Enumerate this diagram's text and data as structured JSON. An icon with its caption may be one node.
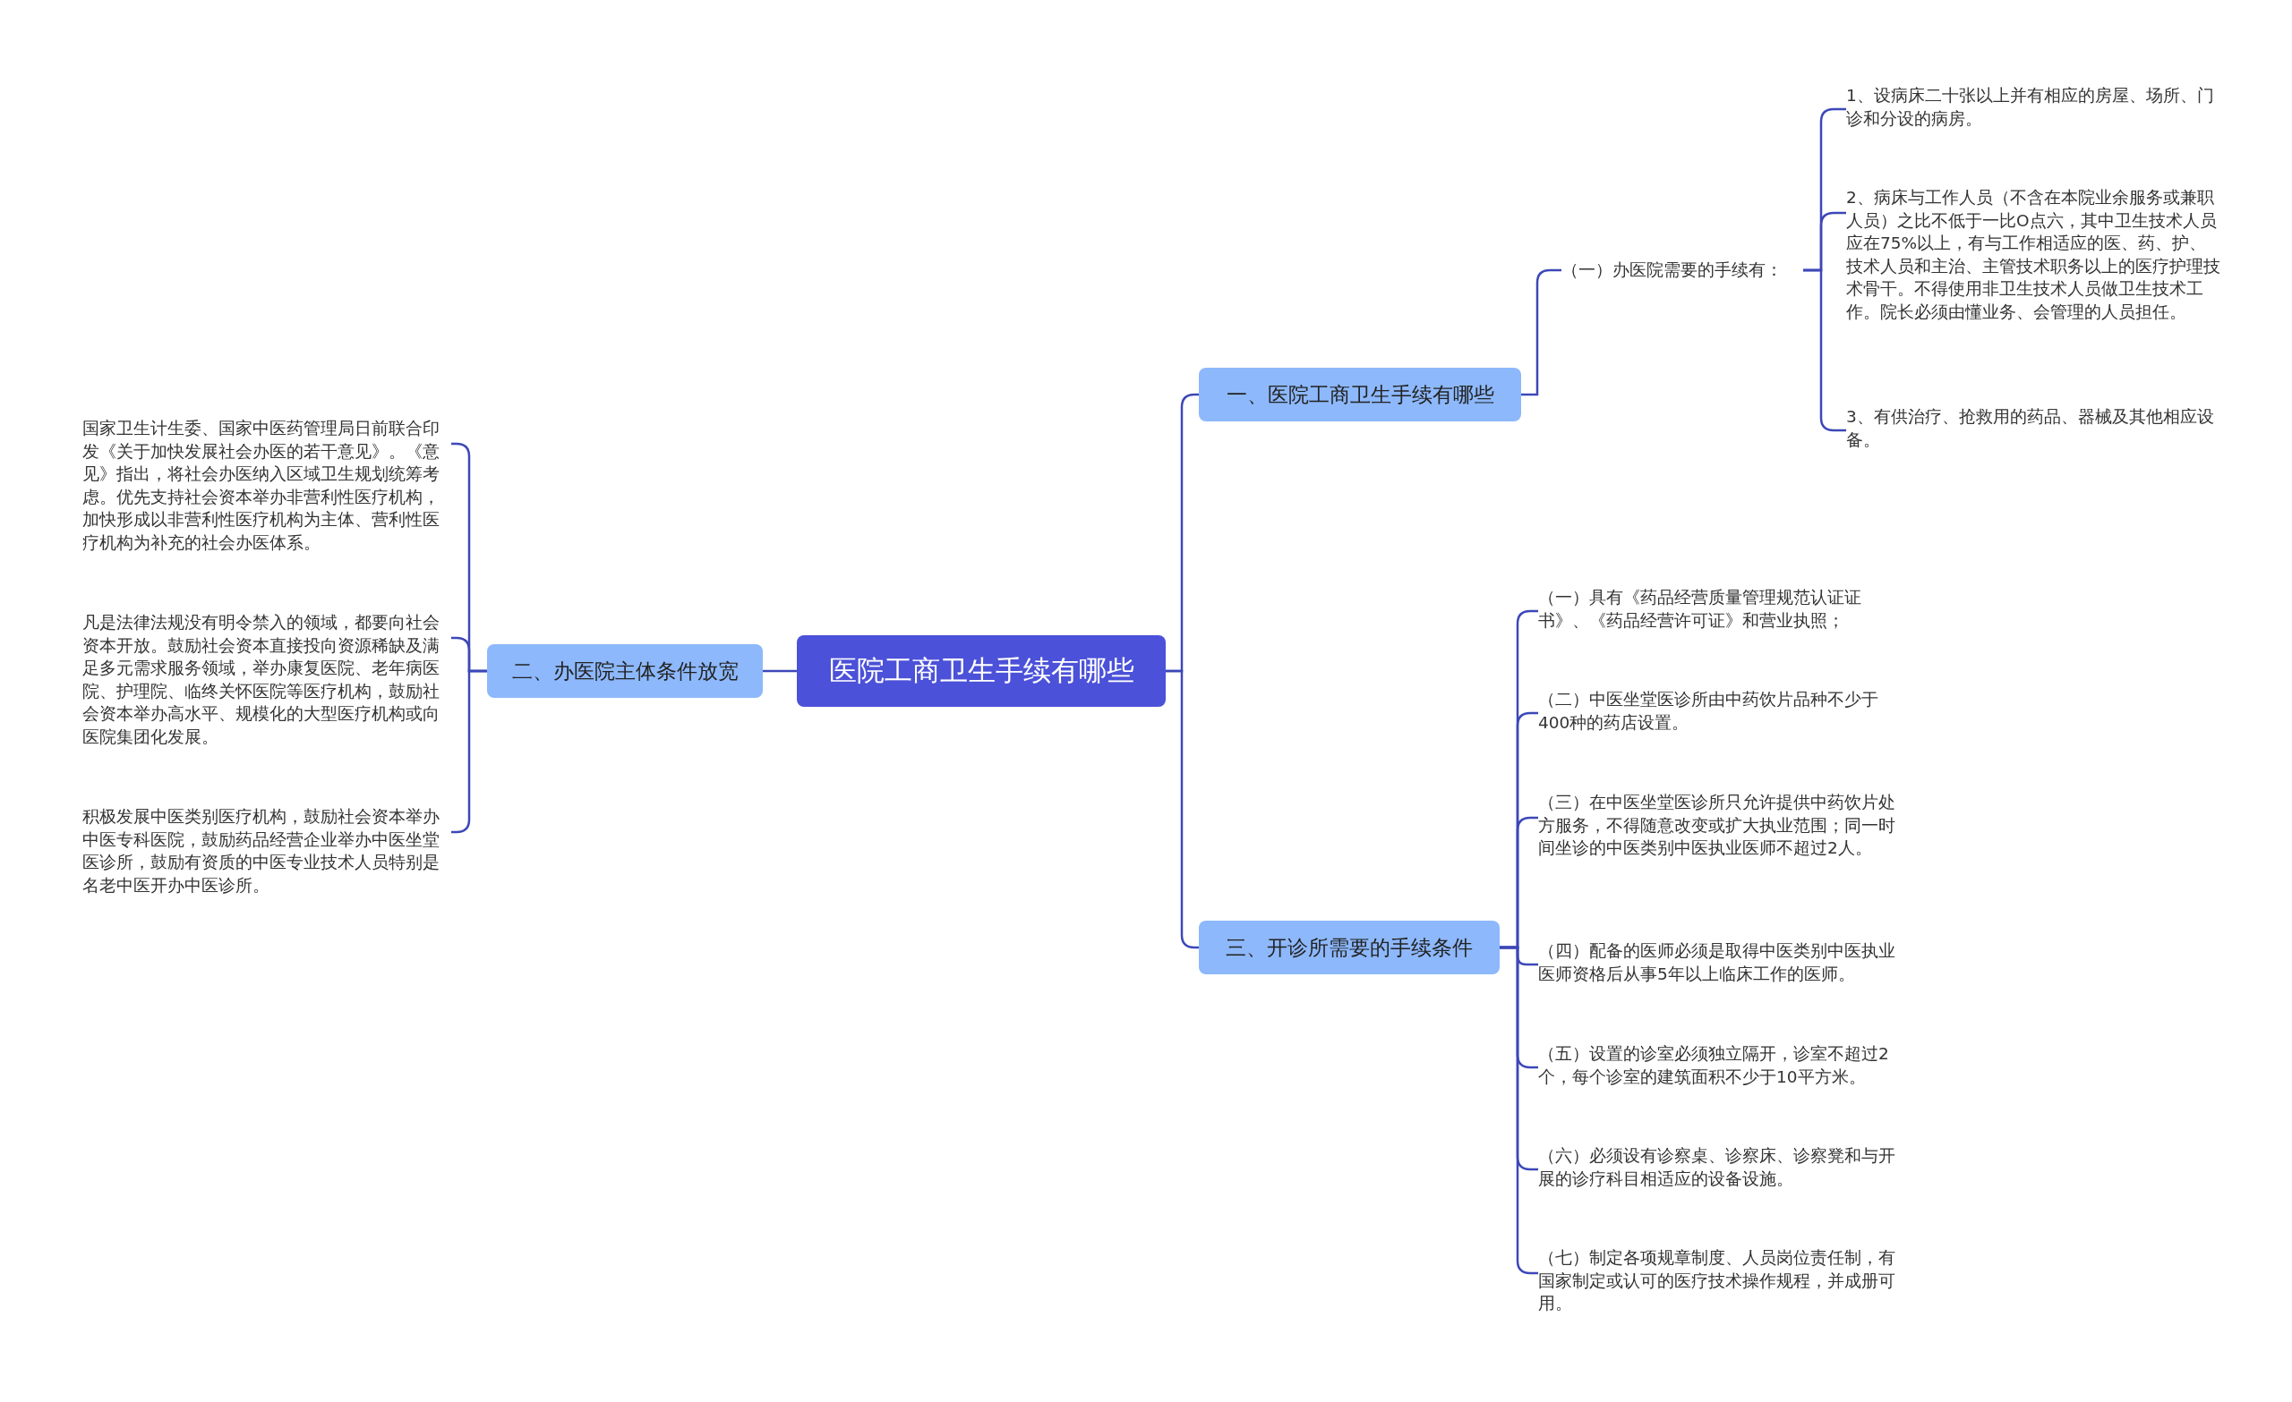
{
  "diagram": {
    "nodes": [
      {
        "text": [
          "医院工商卫生手续有哪些"
        ]
      },
      {
        "text": [
          "一、医院工商卫生手续有哪些"
        ]
      },
      {
        "text": [
          "（一）办医院需要的手续有："
        ]
      },
      {
        "text": [
          "1、设病床二十张以上并有相应的房屋、场所、门诊和分设的病房。"
        ]
      },
      {
        "text": [
          "2、病床与工作人员（不含在本院业余服务或兼职人员）之比不低于一比O点六，其中卫生技术人员应在75%以上，有与工作相适应的医、药、护、技术人员和主治、主管技术职务以上的医疗护理技术骨干。不得使用非卫生技术人员做卫生技术工作。院长必须由懂业务、会管理的人员担任。"
        ]
      },
      {
        "text": [
          "3、有供治疗、抢救用的药品、器械及其他相应设备。"
        ]
      },
      {
        "text": [
          "二、办医院主体条件放宽"
        ]
      },
      {
        "text": [
          "国家卫生计生委、国家中医药管理局日前联合印发《关于加快发展社会办医的若干意见》。《意见》指出，将社会办医纳入区域卫生规划统筹考虑。优先支持社会资本举办非营利性医疗机构，加快形成以非营利性医疗机构为主体、营利性医疗机构为补充的社会办医体系。"
        ]
      },
      {
        "text": [
          "凡是法律法规没有明令禁入的领域，都要向社会资本开放。鼓励社会资本直接投向资源稀缺及满足多元需求服务领域，举办康复医院、老年病医院、护理院、临终关怀医院等医疗机构，鼓励社会资本举办高水平、规模化的大型医疗机构或向医院集团化发展。"
        ]
      },
      {
        "text": [
          "积极发展中医类别医疗机构，鼓励社会资本举办中医专科医院，鼓励药品经营企业举办中医坐堂医诊所，鼓励有资质的中医专业技术人员特别是名老中医开办中医诊所。"
        ]
      },
      {
        "text": [
          "三、开诊所需要的手续条件"
        ]
      },
      {
        "text": [
          "（一）具有《药品经营质量管理规范认证证书》、《药品经营许可证》和营业执照；"
        ]
      },
      {
        "text": [
          "（二）中医坐堂医诊所由中药饮片品种不少于400种的药店设置。"
        ]
      },
      {
        "text": [
          "（三）在中医坐堂医诊所只允许提供中药饮片处方服务，不得随意改变或扩大执业范围；同一时间坐诊的中医类别中医执业医师不超过2人。"
        ]
      },
      {
        "text": [
          "（四）配备的医师必须是取得中医类别中医执业医师资格后从事5年以上临床工作的医师。"
        ]
      },
      {
        "text": [
          "（五）设置的诊室必须独立隔开，诊室不超过2个，每个诊室的建筑面积不少于10平方米。"
        ]
      },
      {
        "text": [
          "（六）必须设有诊察桌、诊察床、诊察凳和与开展的诊疗科目相适应的设备设施。"
        ]
      },
      {
        "text": [
          "（七）制定各项规章制度、人员岗位责任制，有国家制定或认可的医疗技术操作规程，并成册可用。"
        ]
      }
    ],
    "edges": [
      {
        "from": 0,
        "to": 1,
        "arrow": "none"
      },
      {
        "from": 1,
        "to": 2,
        "arrow": "none"
      },
      {
        "from": 2,
        "to": 3,
        "arrow": "none"
      },
      {
        "from": 2,
        "to": 4,
        "arrow": "none"
      },
      {
        "from": 2,
        "to": 5,
        "arrow": "none"
      },
      {
        "from": 0,
        "to": 6,
        "arrow": "none"
      },
      {
        "from": 6,
        "to": 7,
        "arrow": "none"
      },
      {
        "from": 6,
        "to": 8,
        "arrow": "none"
      },
      {
        "from": 6,
        "to": 9,
        "arrow": "none"
      },
      {
        "from": 0,
        "to": 10,
        "arrow": "none"
      },
      {
        "from": 10,
        "to": 11,
        "arrow": "none"
      },
      {
        "from": 10,
        "to": 12,
        "arrow": "none"
      },
      {
        "from": 10,
        "to": 13,
        "arrow": "none"
      },
      {
        "from": 10,
        "to": 14,
        "arrow": "none"
      },
      {
        "from": 10,
        "to": 15,
        "arrow": "none"
      },
      {
        "from": 10,
        "to": 16,
        "arrow": "none"
      },
      {
        "from": 10,
        "to": 17,
        "arrow": "none"
      }
    ]
  }
}
